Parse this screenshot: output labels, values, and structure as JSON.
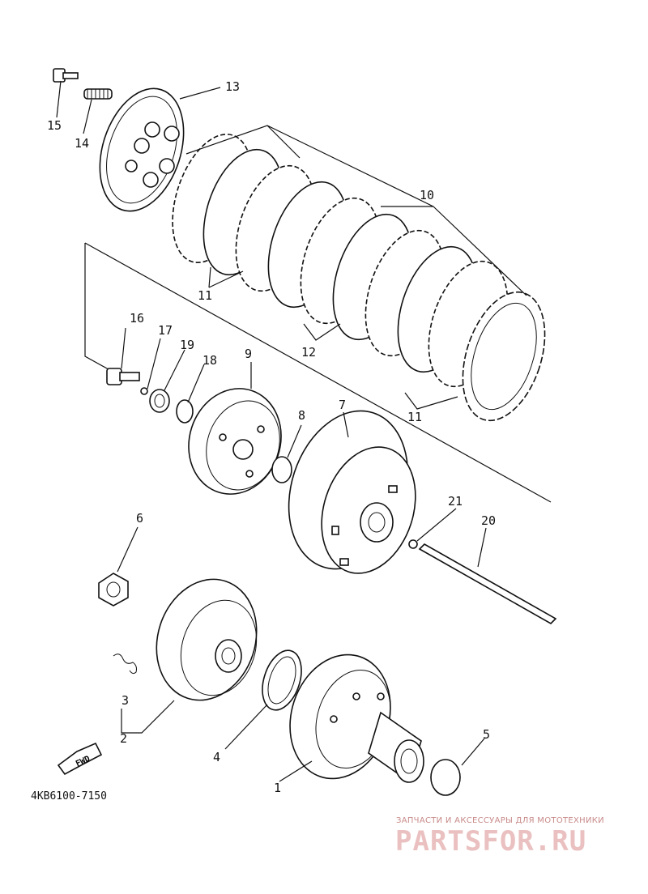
{
  "diagram": {
    "catalog_code": "4KB6100-7150",
    "fwd_label": "FWD",
    "callouts": {
      "c1": "1",
      "c2": "2",
      "c3": "3",
      "c4": "4",
      "c5": "5",
      "c6": "6",
      "c7": "7",
      "c8": "8",
      "c9": "9",
      "c10": "10",
      "c11a": "11",
      "c11b": "11",
      "c12": "12",
      "c13": "13",
      "c14": "14",
      "c15": "15",
      "c16": "16",
      "c17": "17",
      "c18": "18",
      "c19": "19",
      "c20": "20",
      "c21": "21"
    }
  },
  "watermark": {
    "tagline": "ЗАПЧАСТИ И АКСЕССУАРЫ ДЛЯ МОТОТЕХНИКИ",
    "brand": "PARTSFOR.RU",
    "brand_color": "#e8b8b8"
  }
}
